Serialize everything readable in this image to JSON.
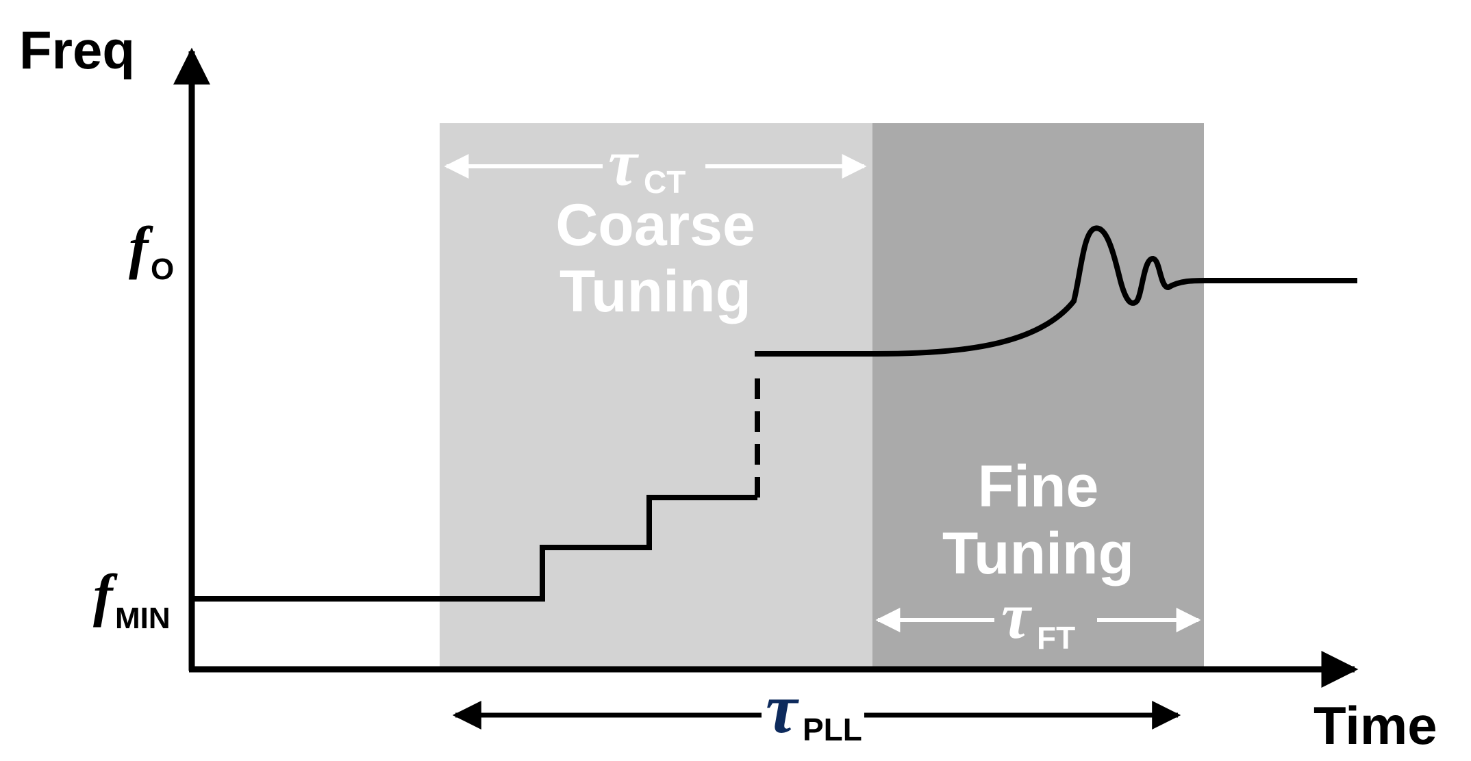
{
  "axes": {
    "y_label": "Freq",
    "x_label": "Time"
  },
  "levels": {
    "f_o": {
      "symbol": "f",
      "subscript": "O"
    },
    "f_min": {
      "symbol": "f",
      "subscript": "MIN"
    }
  },
  "regions": {
    "coarse": {
      "label_line1": "Coarse",
      "label_line2": "Tuning",
      "tau_symbol": "τ",
      "tau_subscript": "CT",
      "fill": "#d3d3d3",
      "text_color": "#ffffff"
    },
    "fine": {
      "label_line1": "Fine",
      "label_line2": "Tuning",
      "tau_symbol": "τ",
      "tau_subscript": "FT",
      "fill": "#aaaaaa",
      "text_color": "#ffffff"
    }
  },
  "pll": {
    "tau_symbol": "τ",
    "tau_subscript": "PLL",
    "tau_color": "#0d2a5c"
  },
  "colors": {
    "ink": "#000000",
    "background": "#ffffff"
  }
}
